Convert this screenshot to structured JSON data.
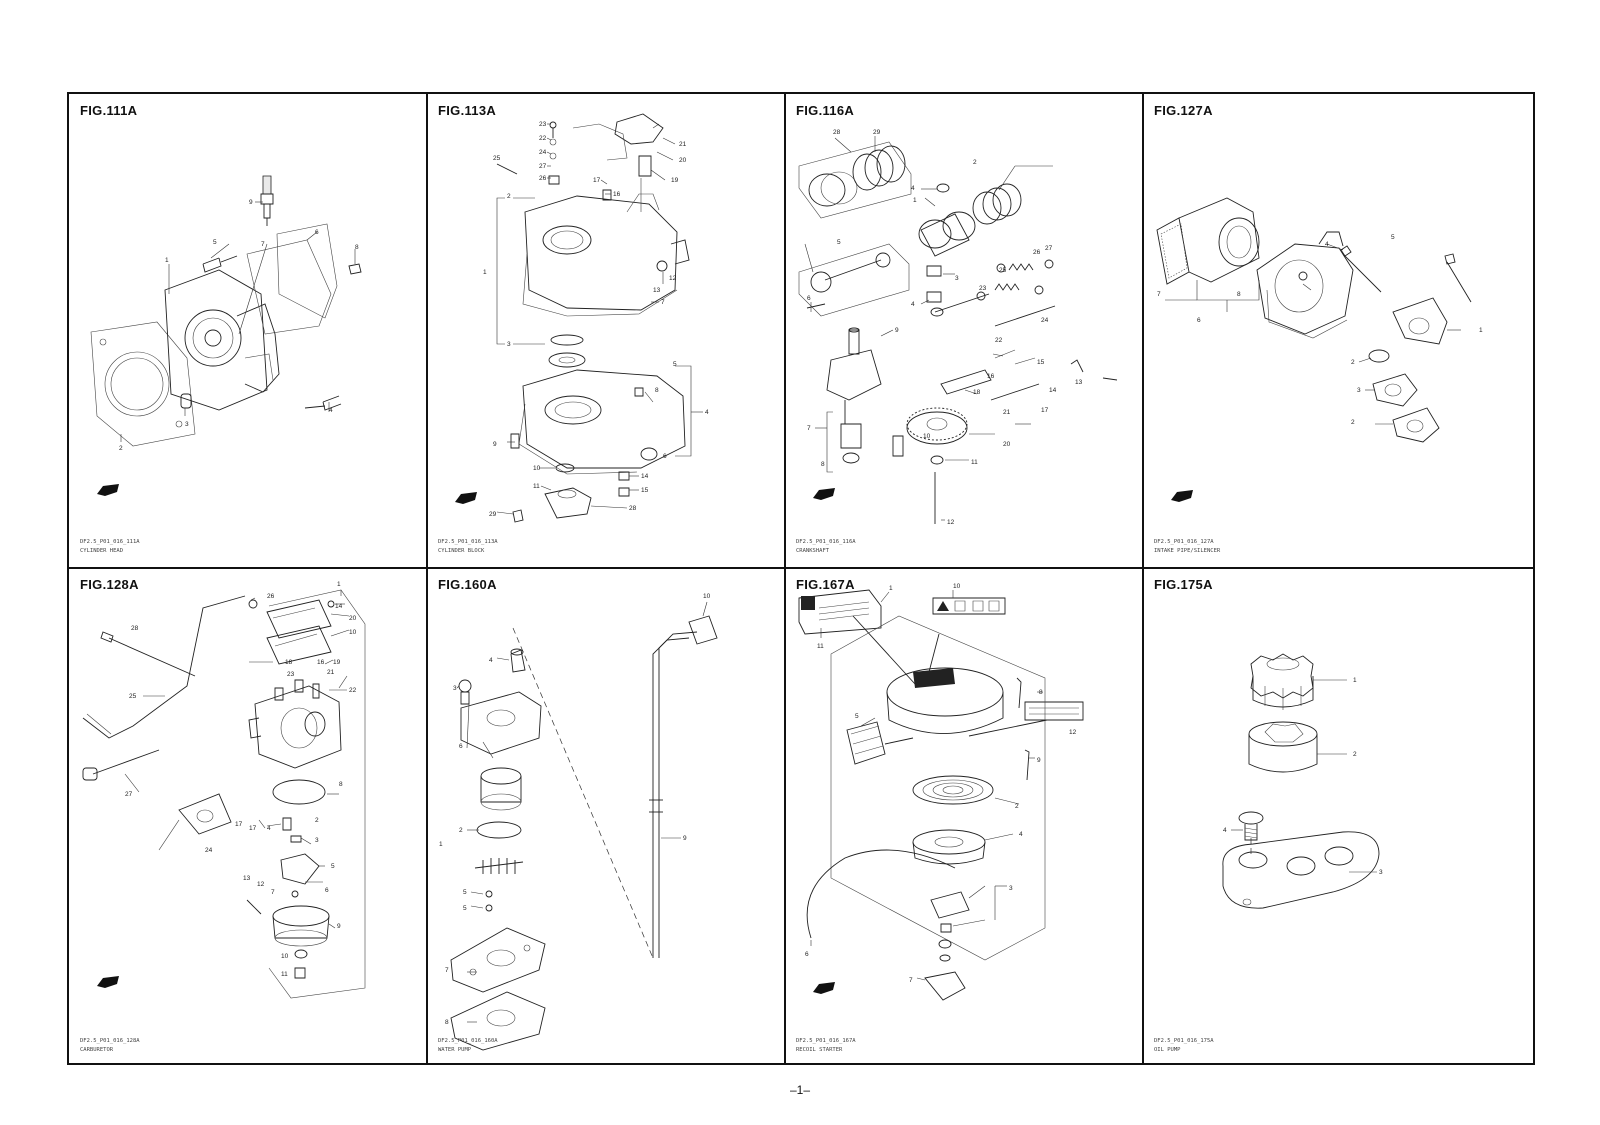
{
  "page_number": "–1–",
  "panels": [
    {
      "fig": "FIG.111A",
      "code": "DF2.5_P01_016_111A",
      "name": "CYLINDER HEAD",
      "callouts": [
        "1",
        "2",
        "3",
        "4",
        "5",
        "6",
        "7",
        "8",
        "9"
      ]
    },
    {
      "fig": "FIG.113A",
      "code": "DF2.5_P01_016_113A",
      "name": "CYLINDER BLOCK",
      "callouts": [
        "1",
        "2",
        "3",
        "4",
        "5",
        "6",
        "7",
        "8",
        "9",
        "10",
        "11",
        "12",
        "13",
        "14",
        "15",
        "16",
        "17",
        "19",
        "20",
        "21",
        "22",
        "23",
        "24",
        "25",
        "26",
        "27",
        "28",
        "29"
      ]
    },
    {
      "fig": "FIG.116A",
      "code": "DF2.5_P01_016_116A",
      "name": "CRANKSHAFT",
      "callouts": [
        "1",
        "2",
        "3",
        "4",
        "5",
        "6",
        "7",
        "8",
        "9",
        "10",
        "11",
        "12",
        "13",
        "14",
        "15",
        "16",
        "17",
        "18",
        "20",
        "21",
        "22",
        "23",
        "24",
        "25",
        "26",
        "27",
        "28",
        "29"
      ]
    },
    {
      "fig": "FIG.127A",
      "code": "DF2.5_P01_016_127A",
      "name": "INTAKE PIPE/SILENCER",
      "callouts": [
        "1",
        "2",
        "3",
        "4",
        "5",
        "6",
        "7",
        "8"
      ]
    },
    {
      "fig": "FIG.128A",
      "code": "DF2.5_P01_016_128A",
      "name": "CARBURETOR",
      "callouts": [
        "1",
        "2",
        "3",
        "4",
        "5",
        "6",
        "7",
        "8",
        "9",
        "10",
        "11",
        "12",
        "13",
        "14",
        "16",
        "17",
        "18",
        "19",
        "20",
        "21",
        "22",
        "23",
        "24",
        "25",
        "26",
        "27",
        "28"
      ]
    },
    {
      "fig": "FIG.160A",
      "code": "DF2.5_P01_016_160A",
      "name": "WATER PUMP",
      "callouts": [
        "1",
        "2",
        "3",
        "4",
        "5",
        "6",
        "7",
        "8",
        "9",
        "10"
      ]
    },
    {
      "fig": "FIG.167A",
      "code": "DF2.5_P01_016_167A",
      "name": "RECOIL STARTER",
      "callouts": [
        "1",
        "2",
        "3",
        "4",
        "5",
        "6",
        "7",
        "8",
        "9",
        "10",
        "11",
        "12"
      ]
    },
    {
      "fig": "FIG.175A",
      "code": "DF2.5_P01_016_175A",
      "name": "OIL PUMP",
      "callouts": [
        "1",
        "2",
        "3",
        "4"
      ]
    }
  ],
  "icons": {
    "forward": "fwd-arrow-icon"
  }
}
